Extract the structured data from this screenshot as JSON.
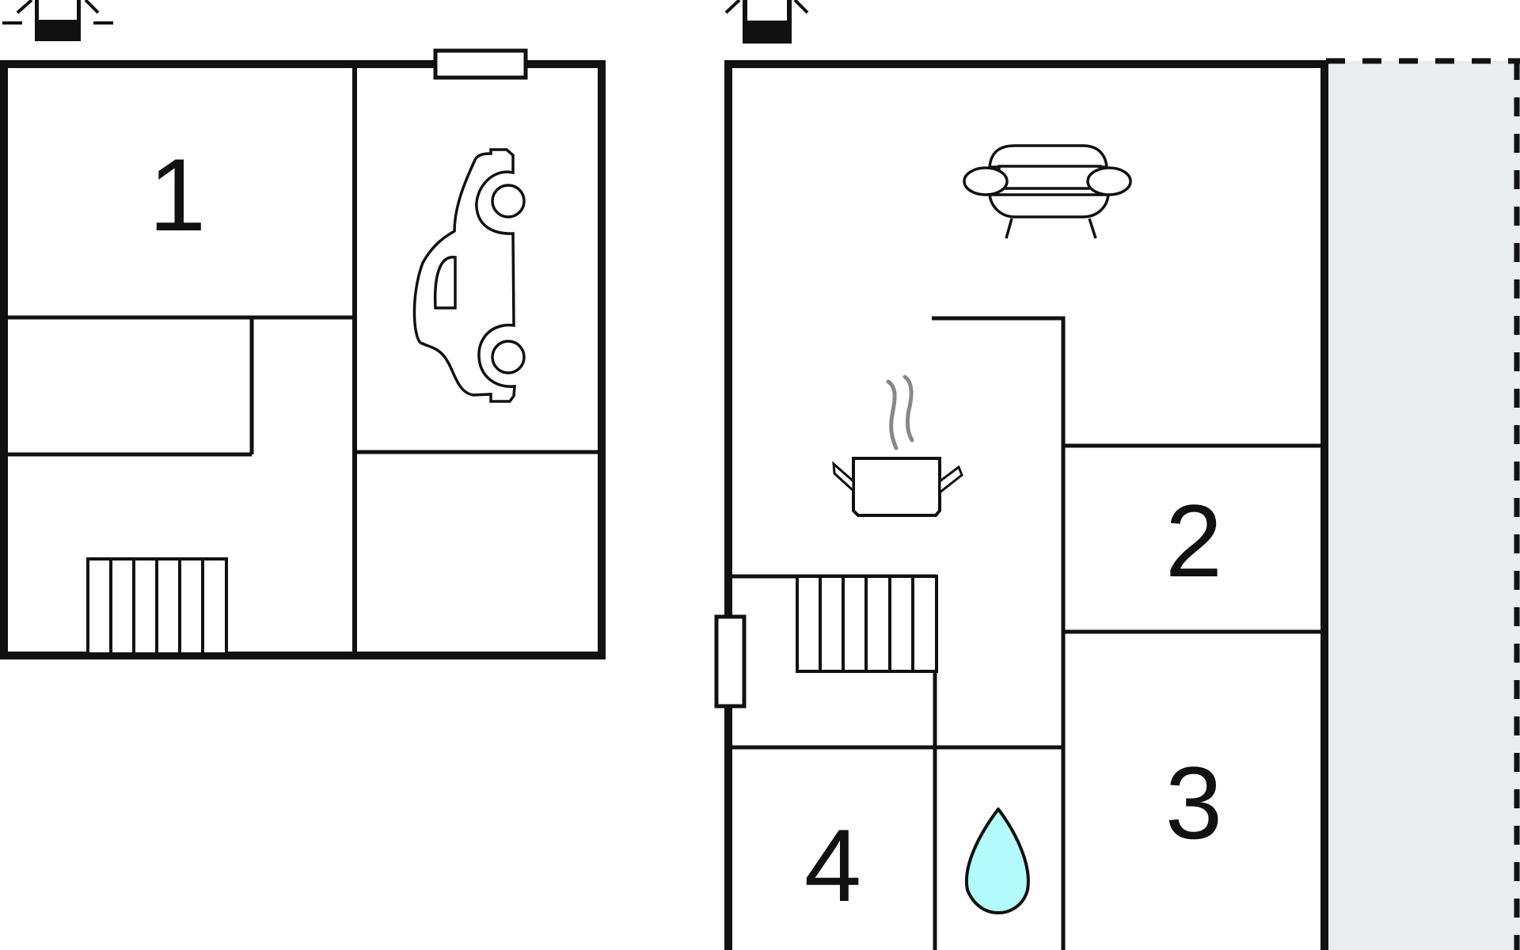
{
  "floor_plan": {
    "rooms": [
      {
        "number": "1"
      },
      {
        "number": "2"
      },
      {
        "number": "3"
      },
      {
        "number": "4"
      }
    ],
    "icons": {
      "compass": "compass-icon",
      "car": "car-icon",
      "sofa": "sofa-icon",
      "kitchen": "cooking-pot-icon",
      "bathroom": "water-drop-icon",
      "stairs": "stairs-icon",
      "window": "window-icon"
    },
    "colors": {
      "wall": "#111111",
      "background": "#ffffff",
      "outdoor_area": "#e9eded",
      "water_drop": "#b3fbfc",
      "steam": "#888888"
    }
  }
}
